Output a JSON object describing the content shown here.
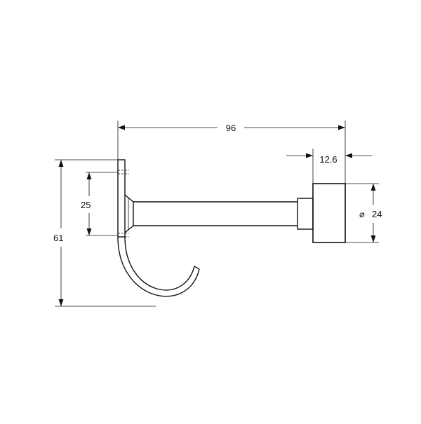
{
  "drawing": {
    "line_color": "#111111",
    "background": "#ffffff",
    "dimensions": {
      "overall_length": "96",
      "knob_thickness": "12.6",
      "knob_diameter": "24",
      "diameter_symbol": "⌀",
      "overall_height": "61",
      "hole_spacing": "25"
    }
  }
}
